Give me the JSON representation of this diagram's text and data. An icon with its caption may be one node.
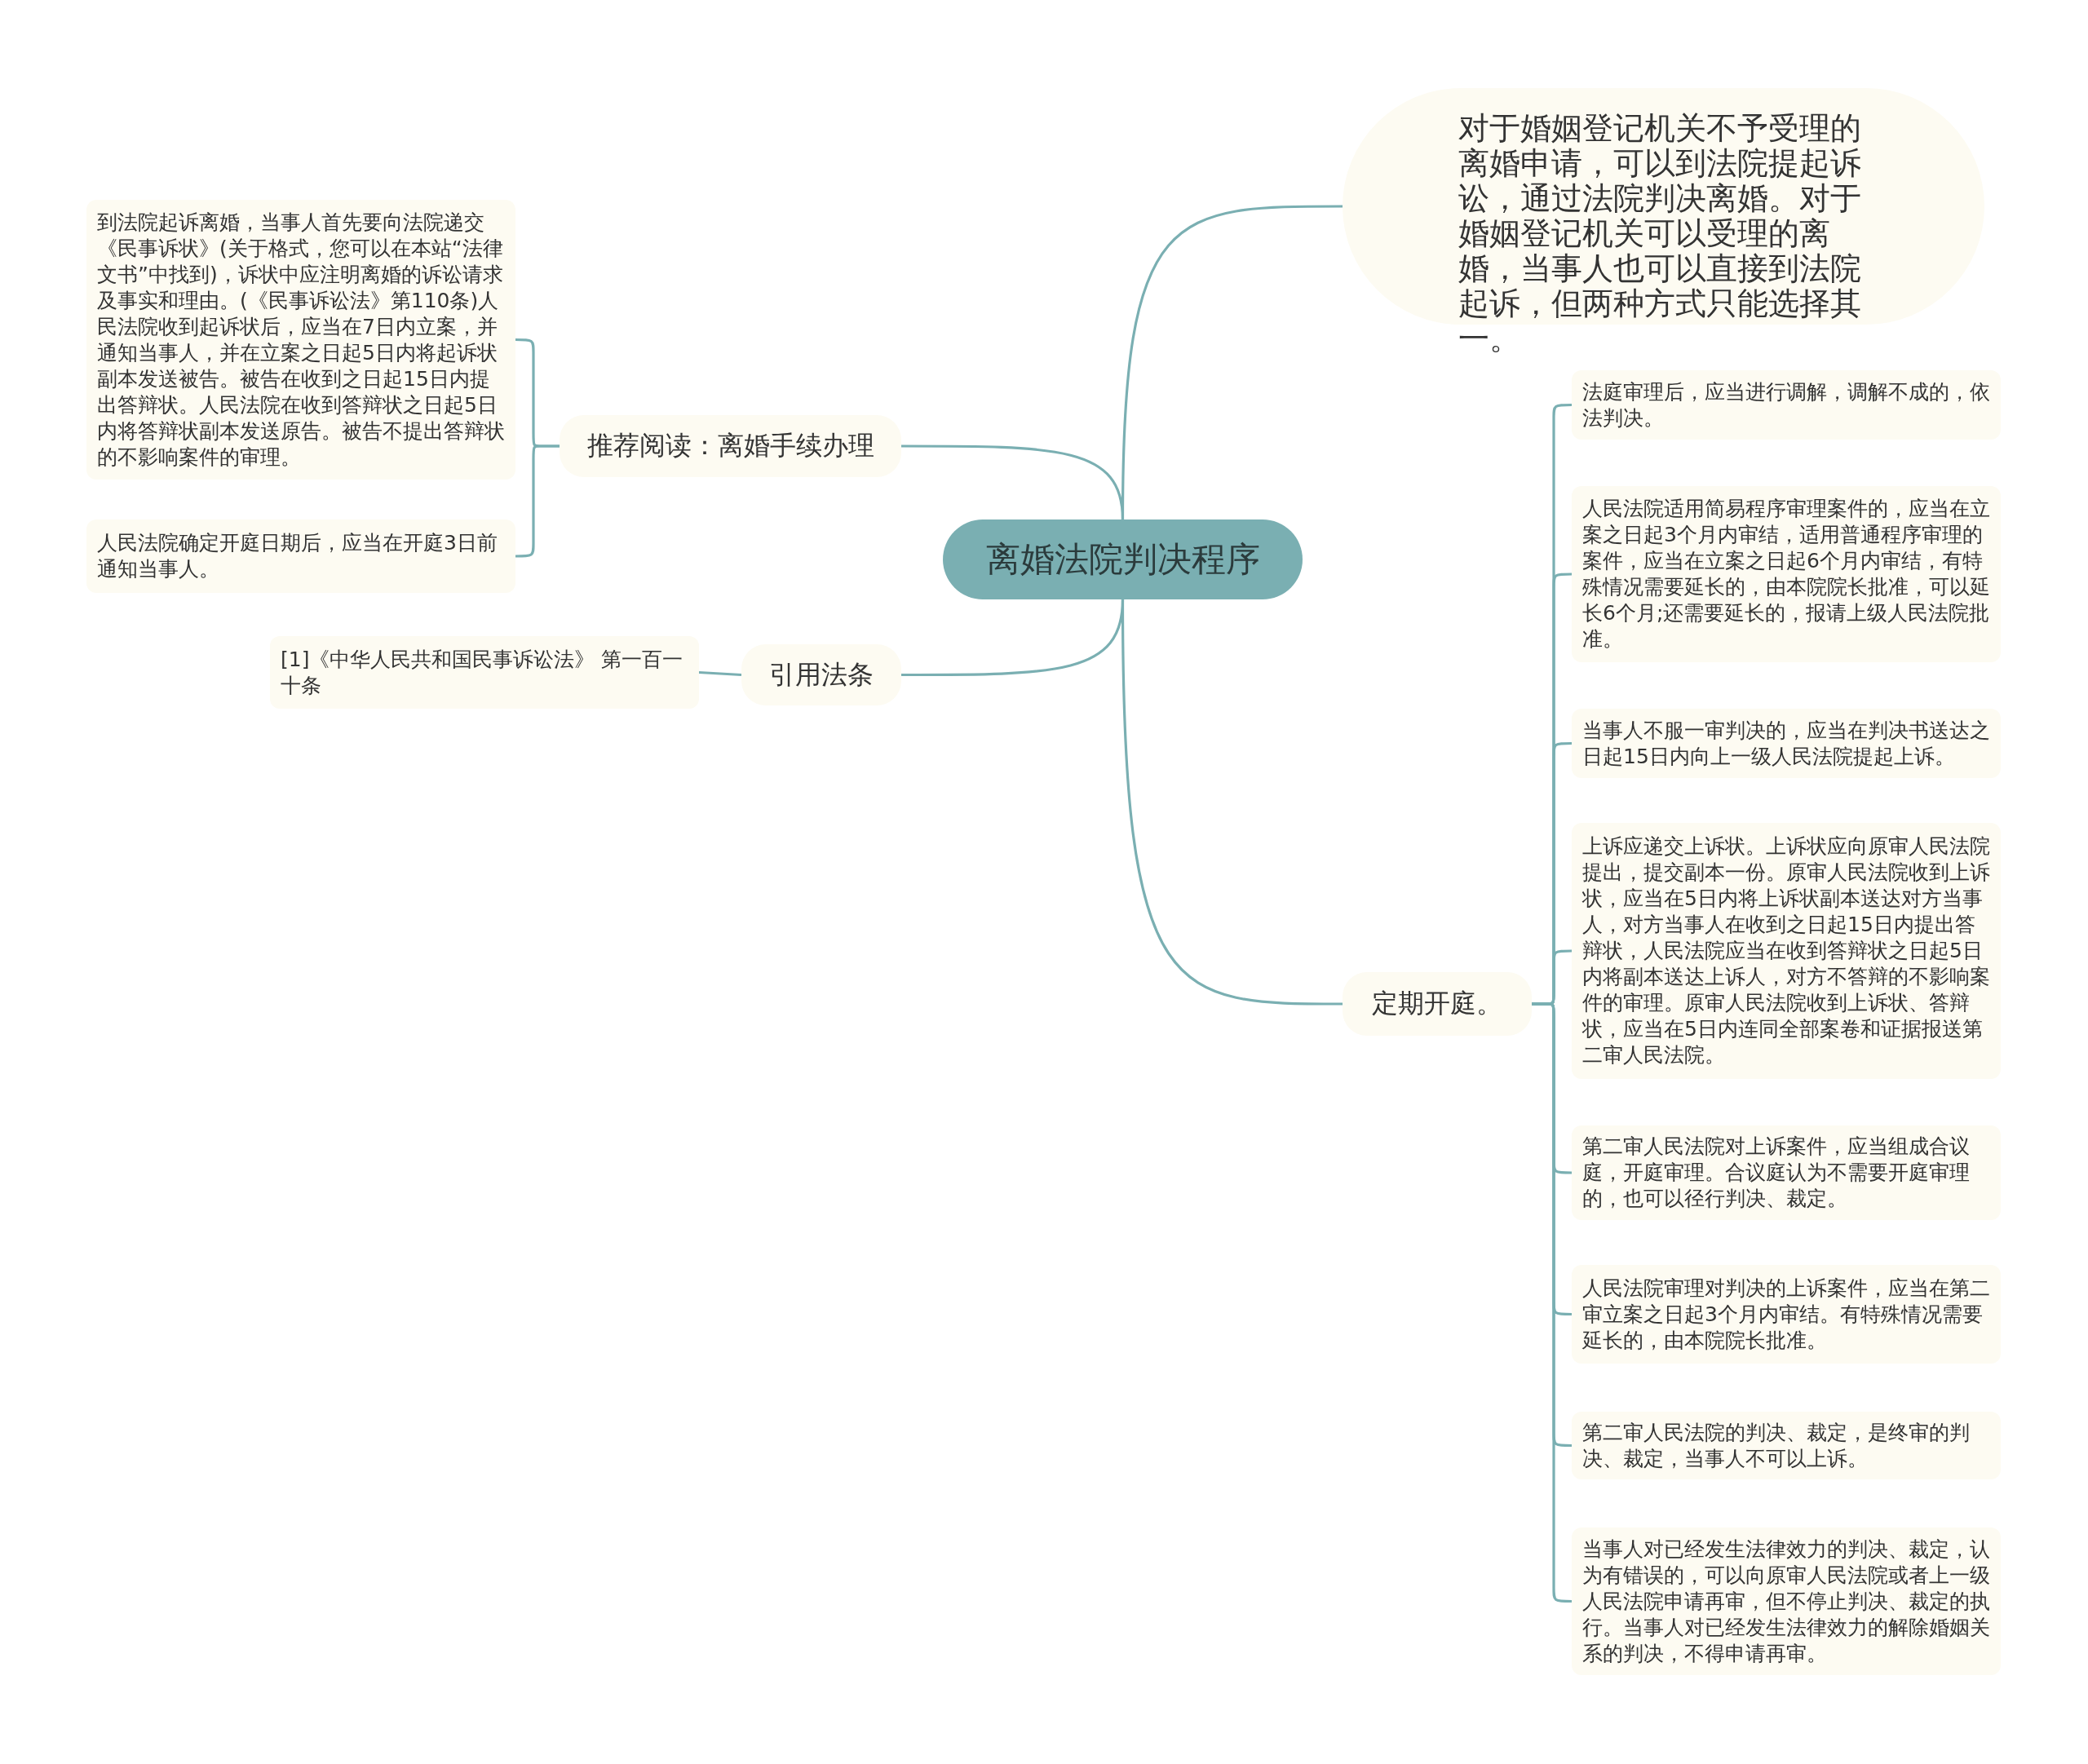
{
  "diagram": {
    "nodes": [
      {
        "text": [
          "离婚法院判决程序"
        ]
      },
      {
        "text": [
          "对于婚姻登记机关不予受理的离婚申请，可以到法院提起诉讼，通过法院判决离婚。对于婚姻登记机关可以受理的离婚，当事人也可以直接到法院起诉，但两种方式只能选择其一。"
        ]
      },
      {
        "text": [
          "推荐阅读：离婚手续办理"
        ]
      },
      {
        "text": [
          "到法院起诉离婚，当事人首先要向法院递交《民事诉状》(关于格式，您可以在本站“法律文书”中找到)，诉状中应注明离婚的诉讼请求及事实和理由。(《民事诉讼法》第110条)人民法院收到起诉状后，应当在7日内立案，并通知当事人，并在立案之日起5日内将起诉状副本发送被告。被告在收到之日起15日内提出答辩状。人民法院在收到答辩状之日起5日内将答辩状副本发送原告。被告不提出答辩状的不影响案件的审理。"
        ]
      },
      {
        "text": [
          "人民法院确定开庭日期后，应当在开庭3日前通知当事人。"
        ]
      },
      {
        "text": [
          "引用法条"
        ]
      },
      {
        "text": [
          "[1]《中华人民共和国民事诉讼法》 第一百一十条"
        ]
      },
      {
        "text": [
          "定期开庭。"
        ]
      },
      {
        "text": [
          "法庭审理后，应当进行调解，调解不成的，依法判决。"
        ]
      },
      {
        "text": [
          "人民法院适用简易程序审理案件的，应当在立案之日起3个月内审结，适用普通程序审理的案件，应当在立案之日起6个月内审结，有特殊情况需要延长的，由本院院长批准，可以延长6个月;还需要延长的，报请上级人民法院批准。"
        ]
      },
      {
        "text": [
          "当事人不服一审判决的，应当在判决书送达之日起15日内向上一级人民法院提起上诉。"
        ]
      },
      {
        "text": [
          "上诉应递交上诉状。上诉状应向原审人民法院提出，提交副本一份。原审人民法院收到上诉状，应当在5日内将上诉状副本送达对方当事人，对方当事人在收到之日起15日内提出答辩状，人民法院应当在收到答辩状之日起5日内将副本送达上诉人，对方不答辩的不影响案件的审理。原审人民法院收到上诉状、答辩状，应当在5日内连同全部案卷和证据报送第二审人民法院。"
        ]
      },
      {
        "text": [
          "第二审人民法院对上诉案件，应当组成合议庭，开庭审理。合议庭认为不需要开庭审理的，也可以径行判决、裁定。"
        ]
      },
      {
        "text": [
          "人民法院审理对判决的上诉案件，应当在第二审立案之日起3个月内审结。有特殊情况需要延长的，由本院院长批准。"
        ]
      },
      {
        "text": [
          "第二审人民法院的判决、裁定，是终审的判决、裁定，当事人不可以上诉。"
        ]
      },
      {
        "text": [
          "当事人对已经发生法律效力的判决、裁定，认为有错误的，可以向原审人民法院或者上一级人民法院申请再审，但不停止判决、裁定的执行。当事人对已经发生法律效力的解除婚姻关系的判决，不得申请再审。"
        ]
      }
    ],
    "edges": [
      {
        "from": 0,
        "to": 1,
        "arrow": "none"
      },
      {
        "from": 0,
        "to": 2,
        "arrow": "none"
      },
      {
        "from": 2,
        "to": 3,
        "arrow": "none"
      },
      {
        "from": 2,
        "to": 4,
        "arrow": "none"
      },
      {
        "from": 0,
        "to": 5,
        "arrow": "none"
      },
      {
        "from": 5,
        "to": 6,
        "arrow": "none"
      },
      {
        "from": 0,
        "to": 7,
        "arrow": "none"
      },
      {
        "from": 7,
        "to": 8,
        "arrow": "none"
      },
      {
        "from": 7,
        "to": 9,
        "arrow": "none"
      },
      {
        "from": 7,
        "to": 10,
        "arrow": "none"
      },
      {
        "from": 7,
        "to": 11,
        "arrow": "none"
      },
      {
        "from": 7,
        "to": 12,
        "arrow": "none"
      },
      {
        "from": 7,
        "to": 13,
        "arrow": "none"
      },
      {
        "from": 7,
        "to": 14,
        "arrow": "none"
      },
      {
        "from": 7,
        "to": 15,
        "arrow": "none"
      }
    ]
  }
}
